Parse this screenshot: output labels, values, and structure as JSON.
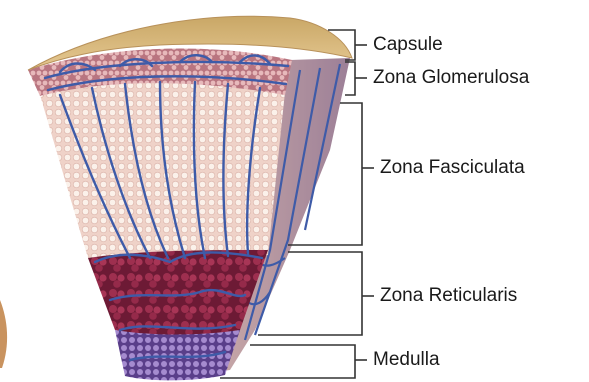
{
  "labels": {
    "capsule": "Capsule",
    "glomerulosa": "Zona Glomerulosa",
    "fasciculata": "Zona Fasciculata",
    "reticularis": "Zona Reticularis",
    "medulla": "Medulla"
  },
  "colors": {
    "capsule": "#d9b77a",
    "glomerulosa": "#c98f95",
    "fasciculata": "#f2dcd3",
    "reticularis": "#8c2442",
    "medulla": "#7c5aa6",
    "vessel": "#3e5ba8",
    "bracket": "#333333"
  }
}
